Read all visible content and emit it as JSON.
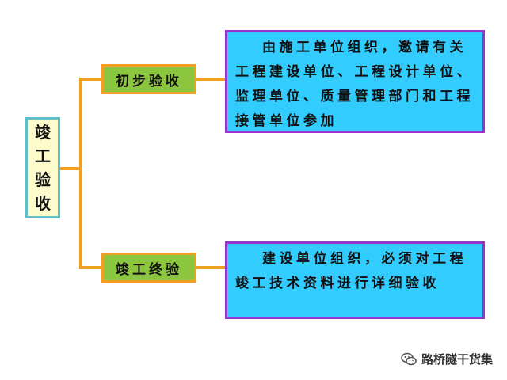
{
  "root": {
    "label_chars": [
      "竣",
      "工",
      "验",
      "收"
    ]
  },
  "branches": [
    {
      "label": "初步验收",
      "description": "由施工单位组织，邀请有关工程建设单位、工程设计单位、监理单位、质量管理部门和工程接管单位参加"
    },
    {
      "label": "竣工终验",
      "description": "建设单位组织，必须对工程竣工技术资料进行详细验收"
    }
  ],
  "watermark": {
    "text": "路桥隧干货集",
    "icon": "wechat-icon"
  },
  "colors": {
    "connector": "#f0a020",
    "root_fill": "#fdfacb",
    "root_border": "#5fc0c8",
    "branch_fill": "#8cc63f",
    "branch_border": "#f0a020",
    "desc_fill": "#33ccff",
    "desc_border": "#9933cc"
  }
}
